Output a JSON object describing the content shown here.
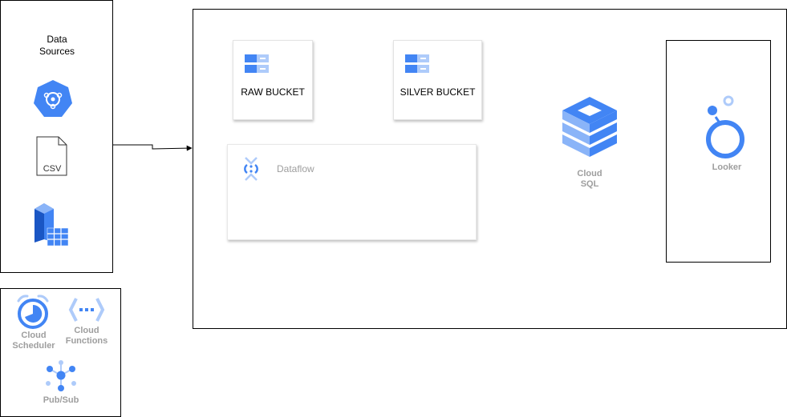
{
  "sources": {
    "title_line1": "Data",
    "title_line2": "Sources",
    "csv_label": "CSV"
  },
  "stages": {
    "raw": "RAW BUCKET",
    "silver": "SILVER BUCKET",
    "dataflow": "Dataflow"
  },
  "database": {
    "line1": "Cloud",
    "line2": "SQL"
  },
  "bi": {
    "label": "Looker"
  },
  "orchestration": {
    "scheduler_line1": "Cloud",
    "scheduler_line2": "Scheduler",
    "functions_line1": "Cloud",
    "functions_line2": "Functions",
    "pubsub": "Pub/Sub"
  },
  "colors": {
    "gcp_blue": "#4285F4",
    "gcp_light_blue": "#aecbfa",
    "gray_text": "#9e9e9e"
  }
}
